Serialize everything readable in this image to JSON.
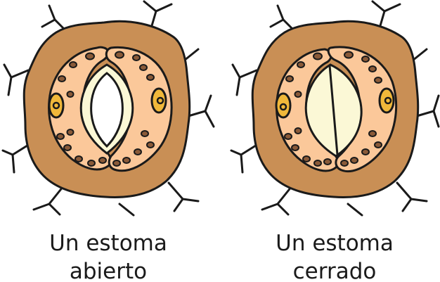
{
  "panels": [
    {
      "state": "open",
      "caption_line1": "Un estoma",
      "caption_line2": "abierto"
    },
    {
      "state": "closed",
      "caption_line1": "Un estoma",
      "caption_line2": "cerrado"
    }
  ],
  "colors": {
    "outer_cell": "#c98f55",
    "guard_cell": "#fbc89a",
    "pore_lining": "#fbf8d6",
    "chloroplast": "#8a5a38",
    "nucleus": "#f0b83a",
    "outline": "#1a1a1a",
    "background": "#ffffff"
  }
}
